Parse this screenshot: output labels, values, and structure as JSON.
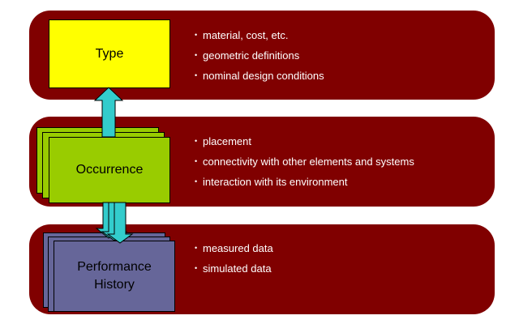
{
  "levels": [
    {
      "title": "Type",
      "bullets": [
        "material, cost, etc.",
        "geometric definitions",
        "nominal design conditions"
      ]
    },
    {
      "title": "Occurrence",
      "bullets": [
        "placement",
        "connectivity with other elements and systems",
        "interaction with its environment"
      ]
    },
    {
      "title_line1": "Performance",
      "title_line2": "History",
      "bullets": [
        "measured data",
        "simulated data"
      ]
    }
  ],
  "colors": {
    "band": "#800000",
    "type_box": "#ffff00",
    "occurrence_box": "#99cc00",
    "performance_box": "#666699",
    "arrow": "#33cccc"
  }
}
